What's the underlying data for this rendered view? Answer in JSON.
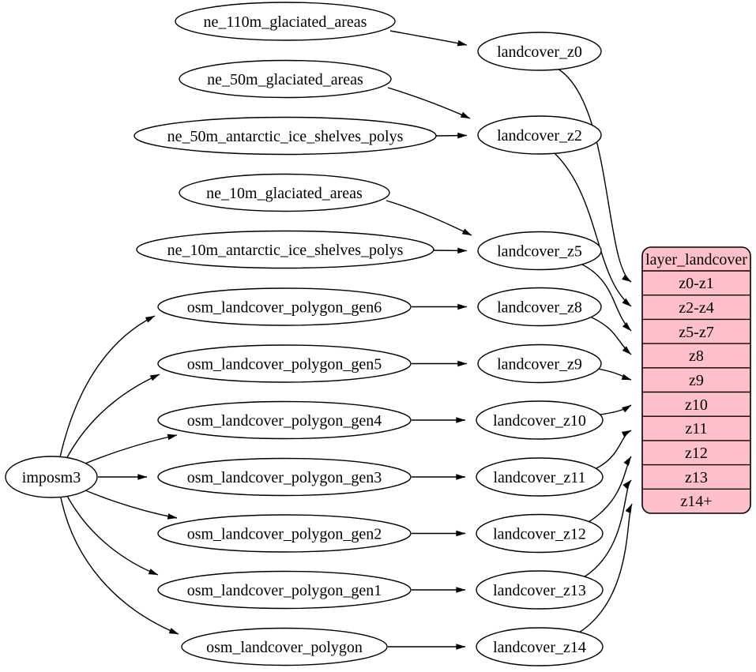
{
  "diagram": {
    "type": "dependency-graph",
    "background_color": "#ffffff",
    "colors": {
      "node_fill": "#ffffff",
      "node_border": "#000000",
      "edge": "#000000",
      "table_fill": "#ffc0cb",
      "text": "#000000"
    },
    "nodes": {
      "imposm3": "imposm3",
      "ne_110m_glaciated_areas": "ne_110m_glaciated_areas",
      "ne_50m_glaciated_areas": "ne_50m_glaciated_areas",
      "ne_50m_antarctic_ice_shelves_polys": "ne_50m_antarctic_ice_shelves_polys",
      "ne_10m_glaciated_areas": "ne_10m_glaciated_areas",
      "ne_10m_antarctic_ice_shelves_polys": "ne_10m_antarctic_ice_shelves_polys",
      "osm_landcover_polygon_gen6": "osm_landcover_polygon_gen6",
      "osm_landcover_polygon_gen5": "osm_landcover_polygon_gen5",
      "osm_landcover_polygon_gen4": "osm_landcover_polygon_gen4",
      "osm_landcover_polygon_gen3": "osm_landcover_polygon_gen3",
      "osm_landcover_polygon_gen2": "osm_landcover_polygon_gen2",
      "osm_landcover_polygon_gen1": "osm_landcover_polygon_gen1",
      "osm_landcover_polygon": "osm_landcover_polygon",
      "landcover_z0": "landcover_z0",
      "landcover_z2": "landcover_z2",
      "landcover_z5": "landcover_z5",
      "landcover_z8": "landcover_z8",
      "landcover_z9": "landcover_z9",
      "landcover_z10": "landcover_z10",
      "landcover_z11": "landcover_z11",
      "landcover_z12": "landcover_z12",
      "landcover_z13": "landcover_z13",
      "landcover_z14": "landcover_z14"
    },
    "table": {
      "title": "layer_landcover",
      "rows": [
        "z0-z1",
        "z2-z4",
        "z5-z7",
        "z8",
        "z9",
        "z10",
        "z11",
        "z12",
        "z13",
        "z14+"
      ]
    },
    "edges": [
      {
        "from": "ne_110m_glaciated_areas",
        "to": "landcover_z0"
      },
      {
        "from": "ne_50m_glaciated_areas",
        "to": "landcover_z2"
      },
      {
        "from": "ne_50m_antarctic_ice_shelves_polys",
        "to": "landcover_z2"
      },
      {
        "from": "ne_10m_glaciated_areas",
        "to": "landcover_z5"
      },
      {
        "from": "ne_10m_antarctic_ice_shelves_polys",
        "to": "landcover_z5"
      },
      {
        "from": "osm_landcover_polygon_gen6",
        "to": "landcover_z8"
      },
      {
        "from": "osm_landcover_polygon_gen5",
        "to": "landcover_z9"
      },
      {
        "from": "osm_landcover_polygon_gen4",
        "to": "landcover_z10"
      },
      {
        "from": "osm_landcover_polygon_gen3",
        "to": "landcover_z11"
      },
      {
        "from": "osm_landcover_polygon_gen2",
        "to": "landcover_z12"
      },
      {
        "from": "osm_landcover_polygon_gen1",
        "to": "landcover_z13"
      },
      {
        "from": "osm_landcover_polygon",
        "to": "landcover_z14"
      },
      {
        "from": "imposm3",
        "to": "osm_landcover_polygon_gen6"
      },
      {
        "from": "imposm3",
        "to": "osm_landcover_polygon_gen5"
      },
      {
        "from": "imposm3",
        "to": "osm_landcover_polygon_gen4"
      },
      {
        "from": "imposm3",
        "to": "osm_landcover_polygon_gen3"
      },
      {
        "from": "imposm3",
        "to": "osm_landcover_polygon_gen2"
      },
      {
        "from": "imposm3",
        "to": "osm_landcover_polygon_gen1"
      },
      {
        "from": "imposm3",
        "to": "osm_landcover_polygon"
      },
      {
        "from": "landcover_z0",
        "to": "layer_landcover:z0-z1"
      },
      {
        "from": "landcover_z2",
        "to": "layer_landcover:z2-z4"
      },
      {
        "from": "landcover_z5",
        "to": "layer_landcover:z5-z7"
      },
      {
        "from": "landcover_z8",
        "to": "layer_landcover:z8"
      },
      {
        "from": "landcover_z9",
        "to": "layer_landcover:z9"
      },
      {
        "from": "landcover_z10",
        "to": "layer_landcover:z10"
      },
      {
        "from": "landcover_z11",
        "to": "layer_landcover:z11"
      },
      {
        "from": "landcover_z12",
        "to": "layer_landcover:z12"
      },
      {
        "from": "landcover_z13",
        "to": "layer_landcover:z13"
      },
      {
        "from": "landcover_z14",
        "to": "layer_landcover:z14+"
      }
    ]
  }
}
